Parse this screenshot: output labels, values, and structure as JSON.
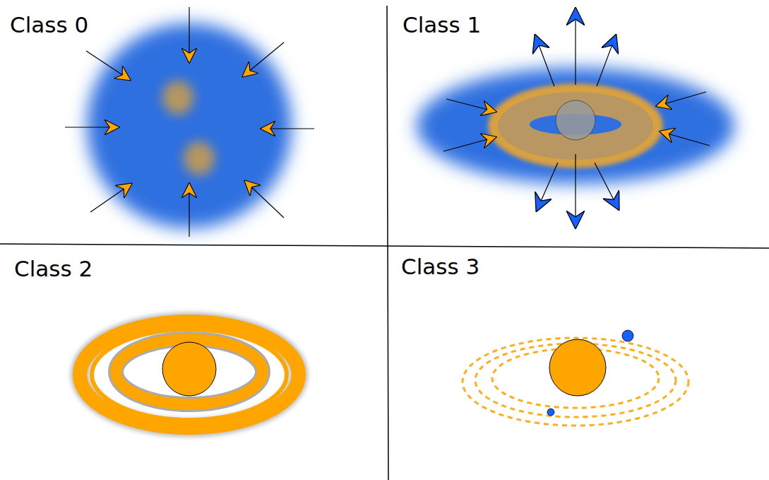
{
  "diagram": {
    "labels": [
      "Class 0",
      "Class 1",
      "Class 2",
      "Class 3"
    ]
  }
}
